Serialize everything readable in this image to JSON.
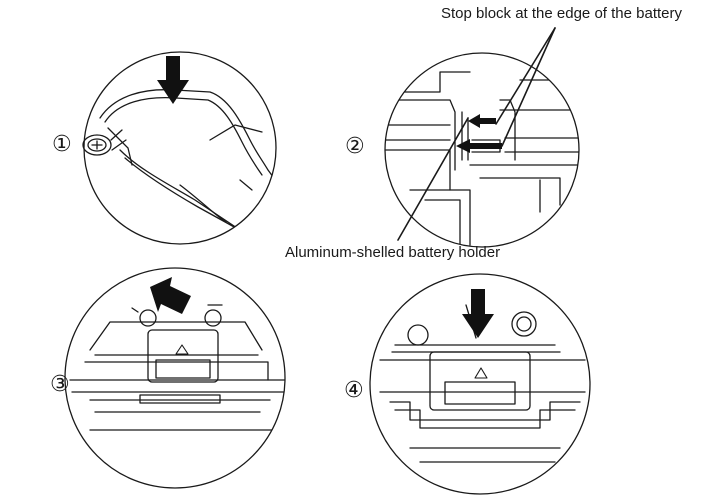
{
  "labels": {
    "stop_block": "Stop block at the edge of the battery",
    "holder": "Aluminum-shelled battery holder"
  },
  "steps": [
    {
      "number": "①"
    },
    {
      "number": "②"
    },
    {
      "number": "③"
    },
    {
      "number": "④"
    }
  ],
  "colors": {
    "line": "#1a1a1a",
    "arrow": "#111111",
    "background": "#ffffff"
  },
  "icons": [
    "screw-icon",
    "arrow-down-icon",
    "arrow-left-icon",
    "arrow-up-icon",
    "triangle-mark-icon"
  ]
}
